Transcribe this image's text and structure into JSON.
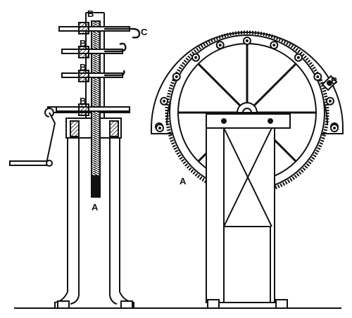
{
  "labels": {
    "left_b1": "B",
    "left_b2": "B",
    "left_b3": "B",
    "left_b4": "B",
    "left_c": "C",
    "left_a": "A",
    "right_a": "A",
    "right_b": "B"
  },
  "colors": {
    "ink": "#111111",
    "paper": "#ffffff"
  }
}
